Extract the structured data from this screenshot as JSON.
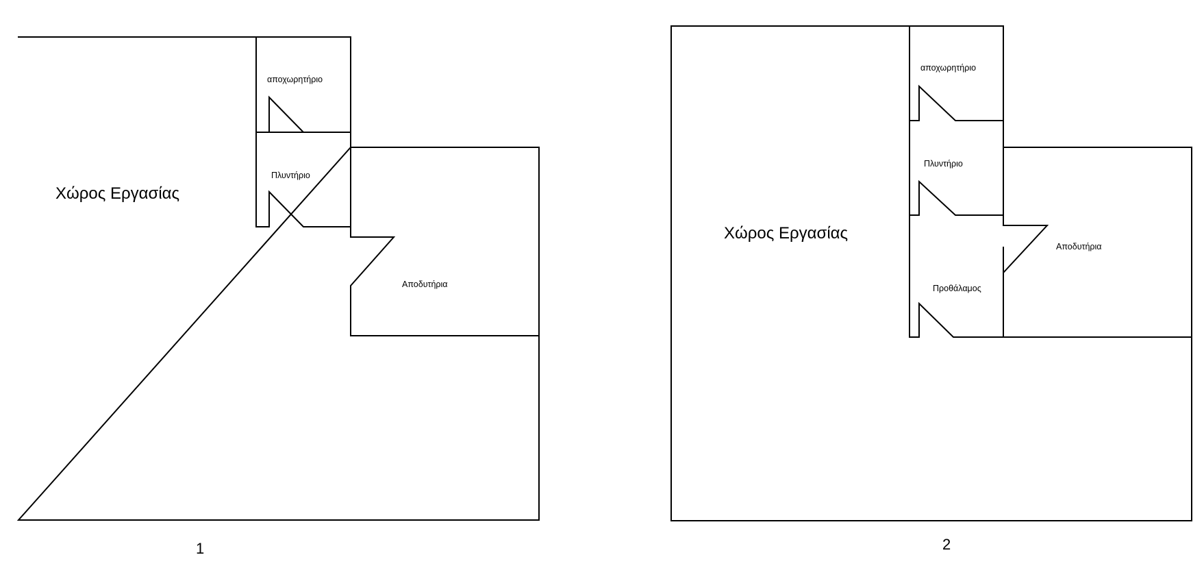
{
  "plans": [
    {
      "number": "1",
      "rooms": {
        "work_area": "Χώρος Εργασίας",
        "storage_wc": "αποχωρητήριο",
        "laundry": "Πλυντήριο",
        "changing_rooms": "Αποδυτήρια"
      }
    },
    {
      "number": "2",
      "rooms": {
        "work_area": "Χώρος Εργασίας",
        "storage_wc": "αποχωρητήριο",
        "laundry": "Πλυντήριο",
        "changing_rooms": "Αποδυτήρια",
        "anteroom": "Προθάλαμος"
      }
    }
  ],
  "colors": {
    "line": "#000000",
    "background": "#ffffff"
  }
}
